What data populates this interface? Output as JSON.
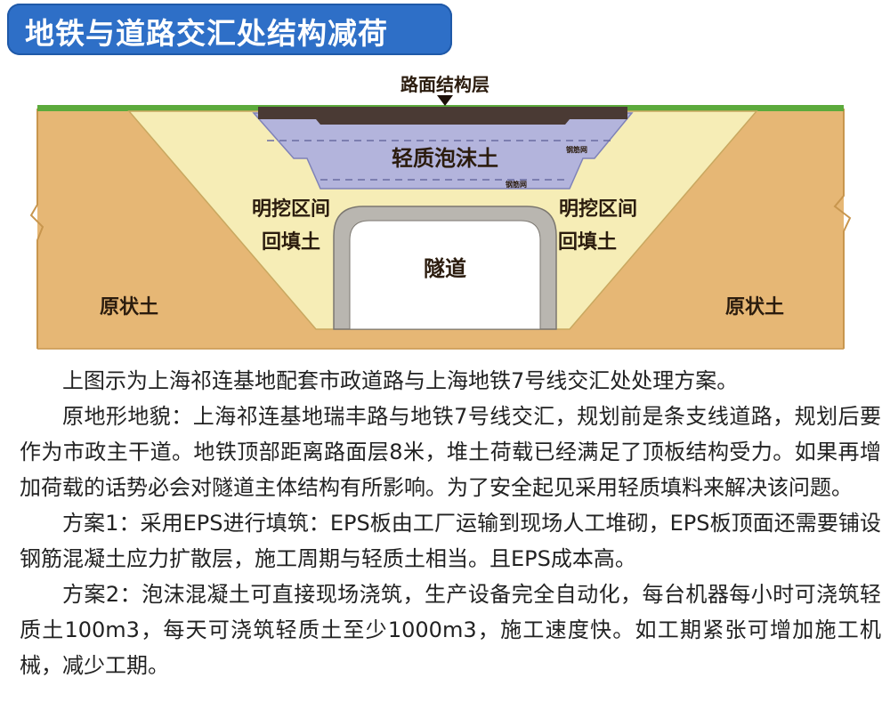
{
  "title": "地铁与道路交汇处结构减荷",
  "diagram": {
    "labels": {
      "pavement": "路面结构层",
      "foam": "轻质泡沫土",
      "mesh_top": "钢筋网",
      "mesh_bottom": "钢筋网",
      "excavation_left": "明挖区间",
      "backfill_left": "回填土",
      "excavation_right": "明挖区间",
      "backfill_right": "回填土",
      "tunnel": "隧道",
      "native_left": "原状土",
      "native_right": "原状土"
    },
    "colors": {
      "native_soil": "#e6b775",
      "backfill": "#f6edb6",
      "foam": "#b3b4dc",
      "pavement": "#4a3a34",
      "grass": "#5caa3c",
      "tunnel_lining": "#b9b6b0"
    }
  },
  "paragraphs": [
    "上图示为上海祁连基地配套市政道路与上海地铁7号线交汇处处理方案。",
    "原地形地貌：上海祁连基地瑞丰路与地铁7号线交汇，规划前是条支线道路，规划后要作为市政主干道。地铁顶部距离路面层8米，堆土荷载已经满足了顶板结构受力。如果再增加荷载的话势必会对隧道主体结构有所影响。为了安全起见采用轻质填料来解决该问题。",
    "方案1：采用EPS进行填筑：EPS板由工厂运输到现场人工堆砌，EPS板顶面还需要铺设钢筋混凝土应力扩散层，施工周期与轻质土相当。且EPS成本高。",
    "方案2：泡沫混凝土可直接现场浇筑，生产设备完全自动化，每台机器每小时可浇筑轻质土100m3，每天可浇筑轻质土至少1000m3，施工速度快。如工期紧张可增加施工机械，减少工期。"
  ]
}
